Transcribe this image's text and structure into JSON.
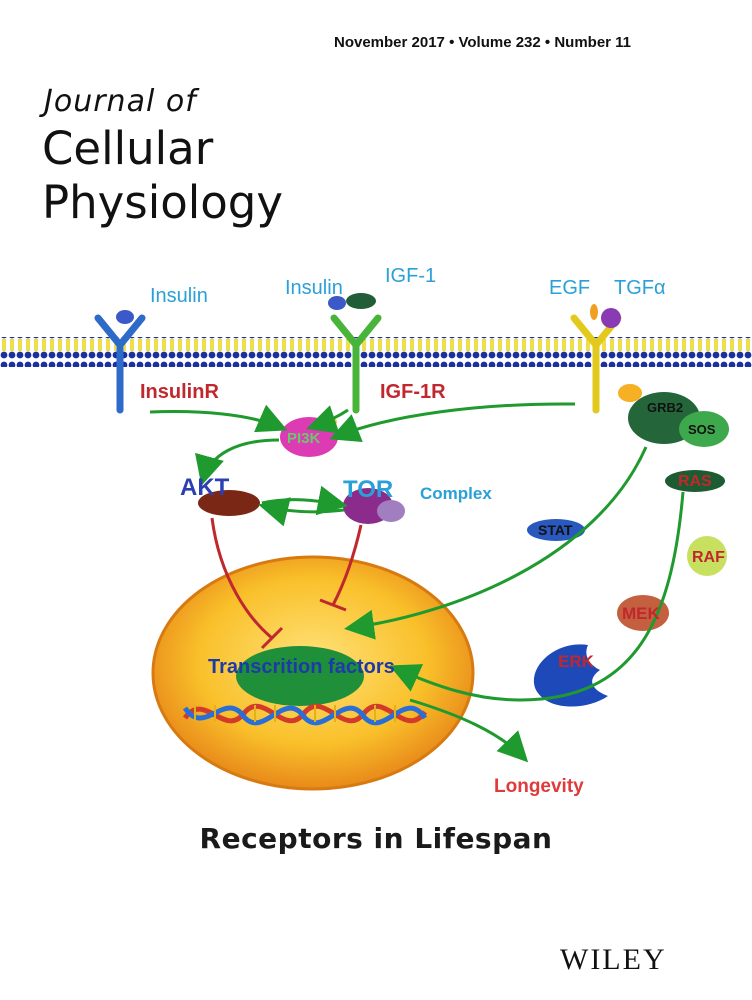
{
  "cover": {
    "issue_info": "November 2017 • Volume 232 • Number 11",
    "journal_prefix": "Journal of",
    "journal_title_1": "Cellular",
    "journal_title_2": "Physiology",
    "caption": "Receptors in Lifespan",
    "publisher": "WILEY"
  },
  "diagram": {
    "ligands": {
      "insulin_left": "Insulin",
      "insulin_mid": "Insulin",
      "igf1": "IGF-1",
      "egf": "EGF",
      "tgfa": "TGFα"
    },
    "receptors": {
      "insulinr": "InsulinR",
      "igf1r": "IGF-1R"
    },
    "nodes": {
      "pi3k": "PI3K",
      "akt": "AKT",
      "tor": "TOR",
      "complex": "Complex",
      "grb2": "GRB2",
      "sos": "SOS",
      "ras": "RAS",
      "raf": "RAF",
      "mek": "MEK",
      "erk": "ERK",
      "stat": "STAT",
      "transcription": "Transcrition factors",
      "longevity": "Longevity"
    },
    "colors": {
      "arrow": "#1f9a2e",
      "inhibit": "#c0282d",
      "label_red": "#c0282d",
      "label_blue": "#2aa0d8",
      "nucleus": "#f5a623"
    }
  }
}
